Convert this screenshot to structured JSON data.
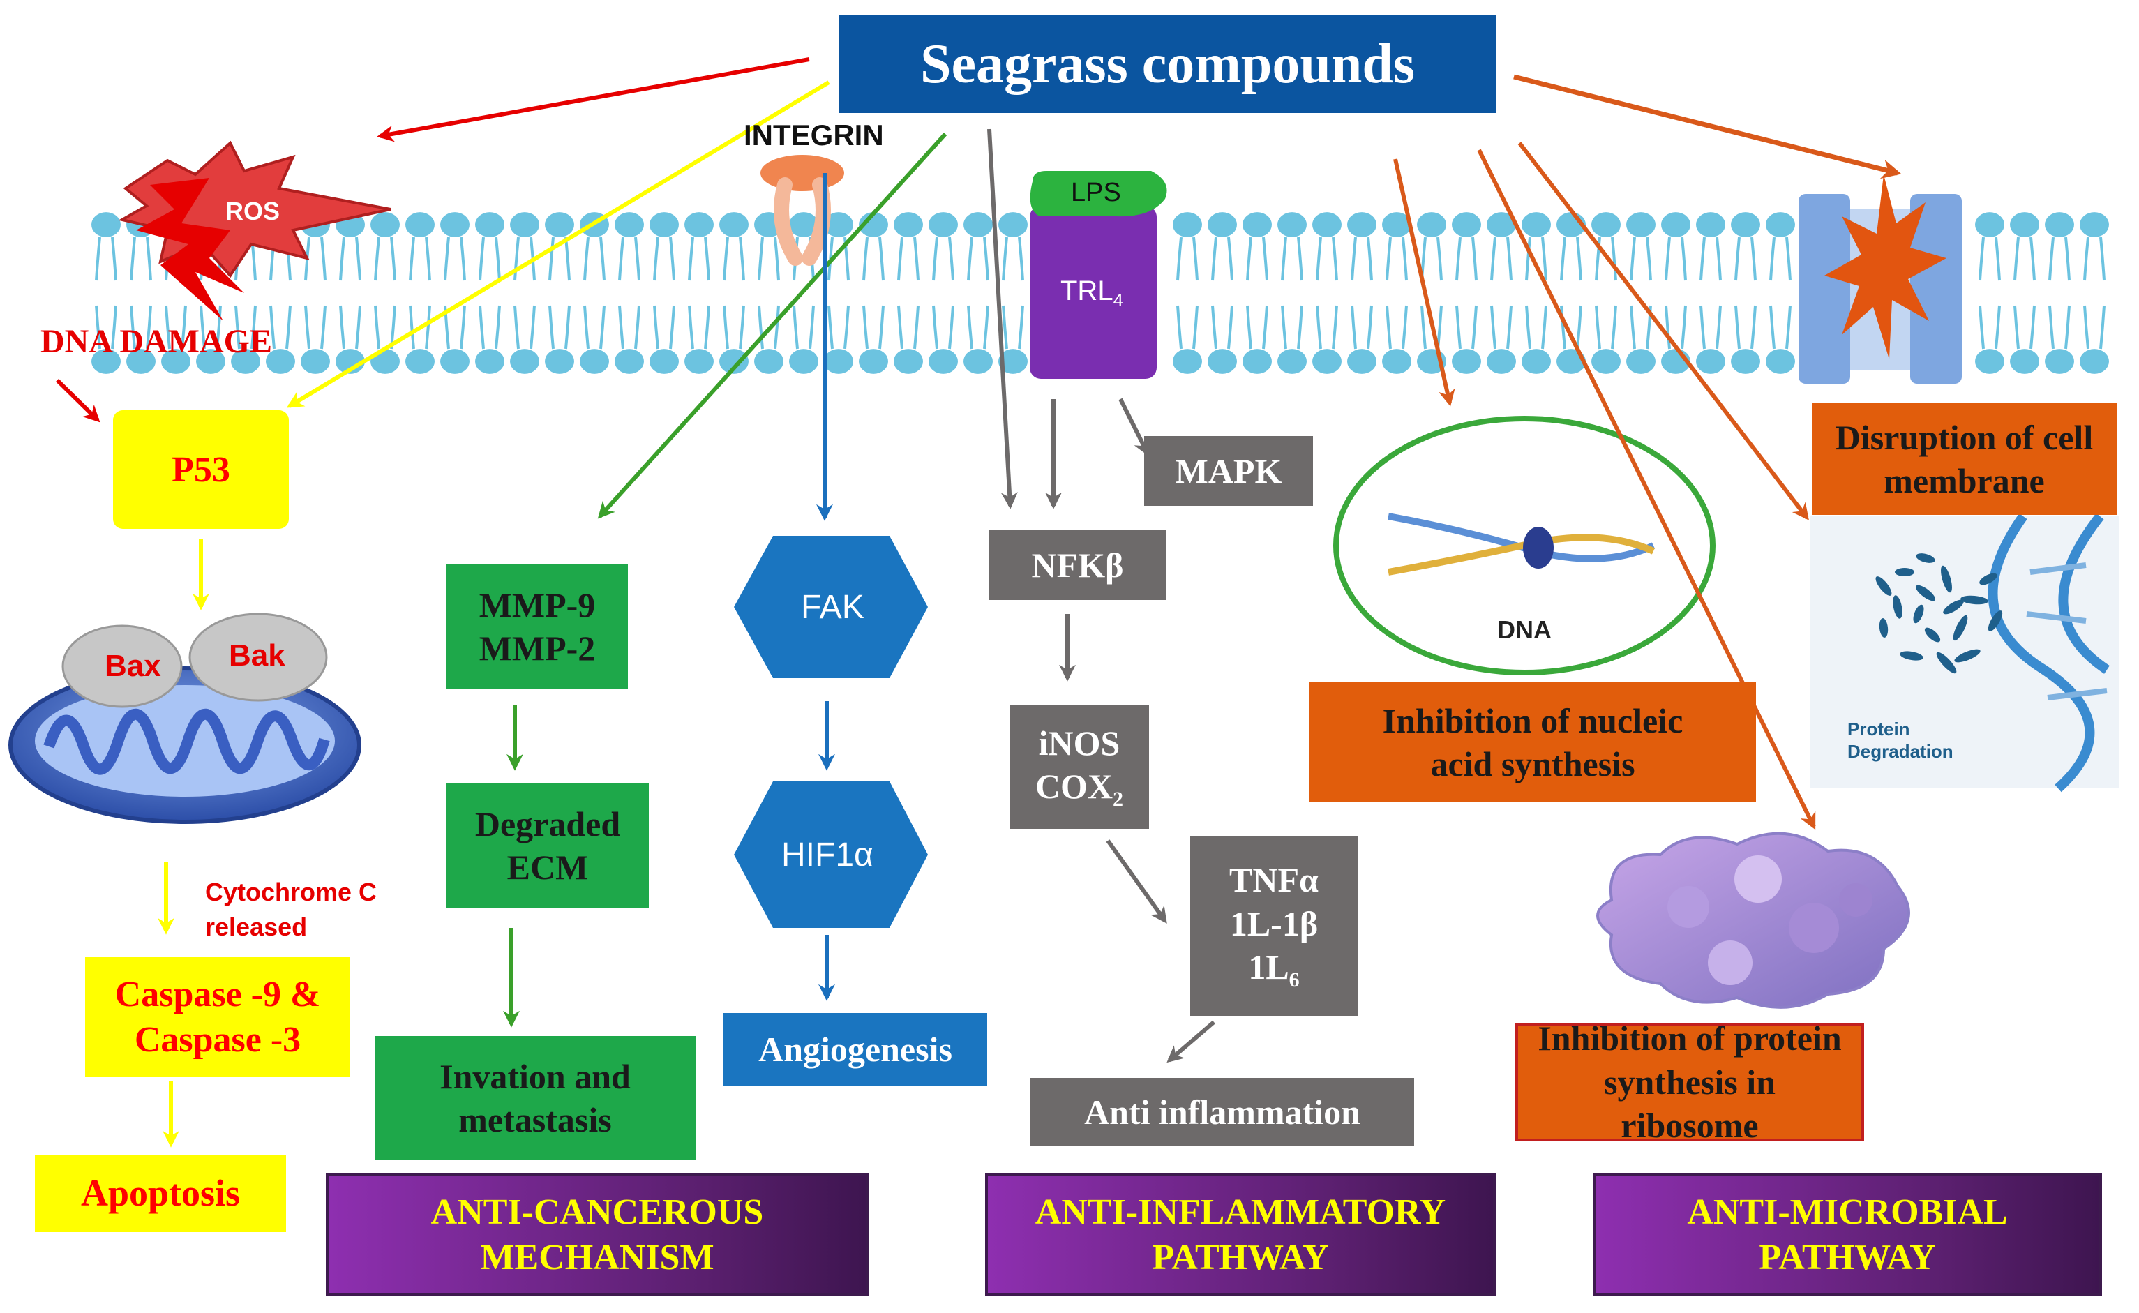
{
  "title": "Seagrass compounds",
  "membrane": {
    "integrin": "INTEGRIN",
    "lps": "LPS",
    "trl4": "TRL",
    "trl4_sub": "4",
    "ros": "ROS"
  },
  "anticancer": {
    "dna_damage": "DNA DAMAGE",
    "p53": "P53",
    "bax": "Bax",
    "bak": "Bak",
    "cytochrome": "Cytochrome C released",
    "caspase": "Caspase -9 & Caspase -3",
    "apoptosis": "Apoptosis",
    "mmp": "MMP-9 MMP-2",
    "degraded_ecm": "Degraded ECM",
    "invasion": "Invation and metastasis",
    "fak": "FAK",
    "hif": "HIF1α",
    "angiogenesis": "Angiogenesis",
    "category": "ANTI-CANCEROUS MECHANISM"
  },
  "antiinflammatory": {
    "mapk": "MAPK",
    "nfkb": "NFKβ",
    "inos": "iNOS",
    "cox": "COX",
    "cox_sub": "2",
    "tnf": "TNFα",
    "il1b": "1L-1β",
    "il6": "1L",
    "il6_sub": "6",
    "anti_inflammation": "Anti inflammation",
    "category": "ANTI-INFLAMMATORY PATHWAY"
  },
  "antimicrobial": {
    "membrane_disruption": "Disruption of cell membrane",
    "dna_label": "DNA",
    "nucleic": "Inhibition of nucleic acid synthesis",
    "protein_degradation": "Protein Degradation",
    "ribosome": "Inhibition of protein synthesis in ribosome",
    "category": "ANTI-MICROBIAL PATHWAY"
  },
  "colors": {
    "title_blue": "#0b55a0",
    "membrane_blue": "#6cc3e0",
    "yellow": "#ffff00",
    "red": "#e60000",
    "green": "#1ea84a",
    "grey": "#6d6a6a",
    "blue": "#1a75c0",
    "orange": "#e15d0c",
    "purple": "#6a2480"
  }
}
